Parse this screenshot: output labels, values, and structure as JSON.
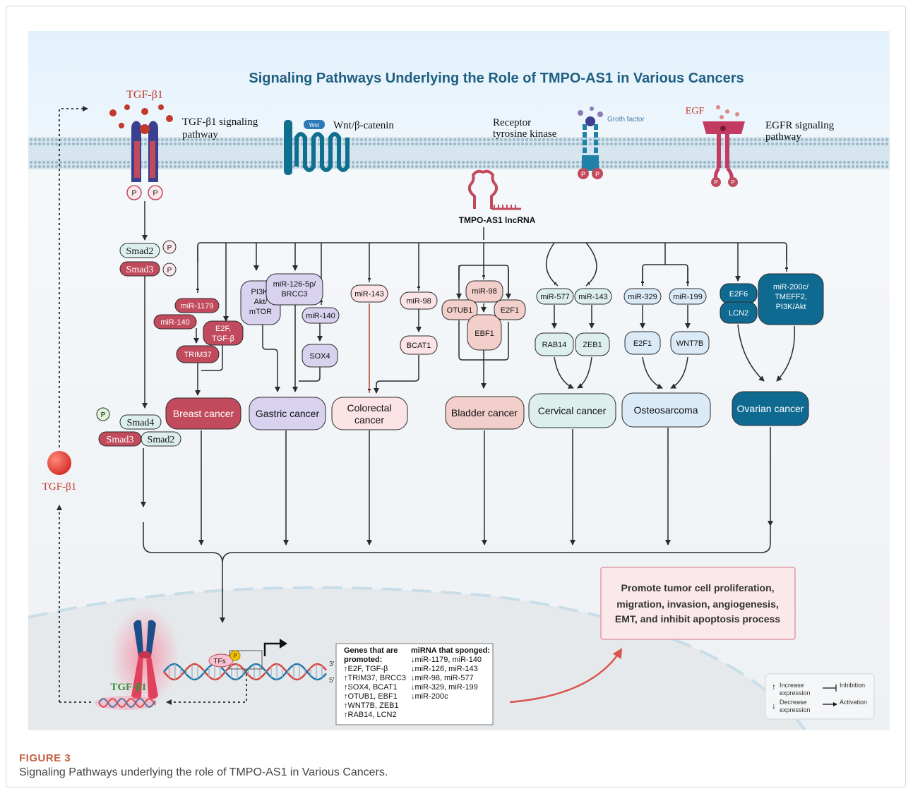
{
  "title": "Signaling Pathways Underlying the Role of TMPO-AS1  in Various Cancers",
  "caption": {
    "label": "FIGURE 3",
    "text": "Signaling Pathways underlying the role of TMPO-AS1 in Various Cancers."
  },
  "receptors": {
    "tgf_ligand": "TGF-β1",
    "tgf_pathway_l1": "TGF-β1 signaling",
    "tgf_pathway_l2": "pathway",
    "wnt_chip": "Wnt",
    "wnt_label": "Wnt/β-catenin",
    "rtk_l1": "Receptor",
    "rtk_l2": "tyrosine kinase",
    "growth_factor": "Groth factor",
    "egf": "EGF",
    "egfr_l1": "EGFR signaling",
    "egfr_l2": "pathway",
    "phospho": "P"
  },
  "lncrna": "TMPO-AS1 lncRNA",
  "smads": {
    "smad2": "Smad2",
    "smad3": "Smad3",
    "smad4": "Smad4"
  },
  "breast": {
    "mir1179": "miR-1179",
    "mir140": "miR-140",
    "e2f_l1": "E2F,",
    "e2f_l2": "TGF-β",
    "trim37": "TRIM37",
    "cancer": "Breast cancer"
  },
  "gastric": {
    "pi3k_l1": "PI3K/",
    "pi3k_l2": "Akt/",
    "pi3k_l3": "mTOR",
    "mir126_l1": "miR-126-5p/",
    "mir126_l2": "BRCC3",
    "mir140": "miR-140",
    "sox4": "SOX4",
    "cancer": "Gastric cancer"
  },
  "colorectal": {
    "mir143": "miR-143",
    "mir98": "miR-98",
    "bcat1": "BCAT1",
    "cancer_l1": "Colorectal",
    "cancer_l2": "cancer"
  },
  "bladder": {
    "mir98": "miR-98",
    "otub1": "OTUB1",
    "e2f1": "E2F1",
    "ebf1": "EBF1",
    "cancer": "Bladder cancer"
  },
  "cervical": {
    "mir577": "miR-577",
    "mir143": "miR-143",
    "rab14": "RAB14",
    "zeb1": "ZEB1",
    "cancer": "Cervical cancer"
  },
  "osteo": {
    "mir329": "miR-329",
    "mir199": "miR-199",
    "e2f1": "E2F1",
    "wnt7b": "WNT7B",
    "cancer": "Osteosarcoma"
  },
  "ovarian": {
    "e2f6": "E2F6",
    "lcn2": "LCN2",
    "mir200_l1": "miR-200c/",
    "mir200_l2": "TMEFF2,",
    "mir200_l3": "PI3K/Akt",
    "cancer": "Ovarian cancer"
  },
  "outcome": {
    "l1": "Promote tumor cell proliferation,",
    "l2": "migration, invasion, angiogenesis,",
    "l3": "EMT, and inhibit apoptosis process"
  },
  "nucleus": {
    "tgf_left": "TGF-β1",
    "tgf_dna": "TGF-β1",
    "tfs": "TFs",
    "p": "P",
    "end3": "3'",
    "end5": "5'"
  },
  "genes_box": {
    "promoted_head_l1": "Genes that are",
    "promoted_head_l2": "promoted:",
    "promoted": [
      "↑E2F, TGF-β",
      "↑TRIM37, BRCC3",
      "↑SOX4, BCAT1",
      "↑OTUB1, EBF1",
      "↑WNT7B, ZEB1",
      "↑RAB14, LCN2"
    ],
    "sponged_head": "miRNA that sponged:",
    "sponged": [
      "↓miR-1179, miR-140",
      "↓miR-126, miR-143",
      "↓miR-98, miR-577",
      "↓miR-329, miR-199",
      "↓miR-200c"
    ]
  },
  "legend": {
    "increase_l1": "Increase",
    "increase_l2": "expression",
    "decrease_l1": "Decrease",
    "decrease_l2": "expression",
    "inhibition": "Inhibition",
    "activation": "Activation"
  },
  "colors": {
    "sky": "#e6f2fb",
    "membrane": "#a9c3d3",
    "cytoplasm": "#f7f9fb",
    "nucleus": "#e9ecef",
    "breast": "#c14b5c",
    "gastric": "#d8d2ee",
    "colorectal": "#fbe3e6",
    "bladder": "#f2cfca",
    "cervical": "#dcefed",
    "osteo": "#dbeaf7",
    "ovarian": "#0e6a90",
    "line": "#2b2b2b"
  }
}
